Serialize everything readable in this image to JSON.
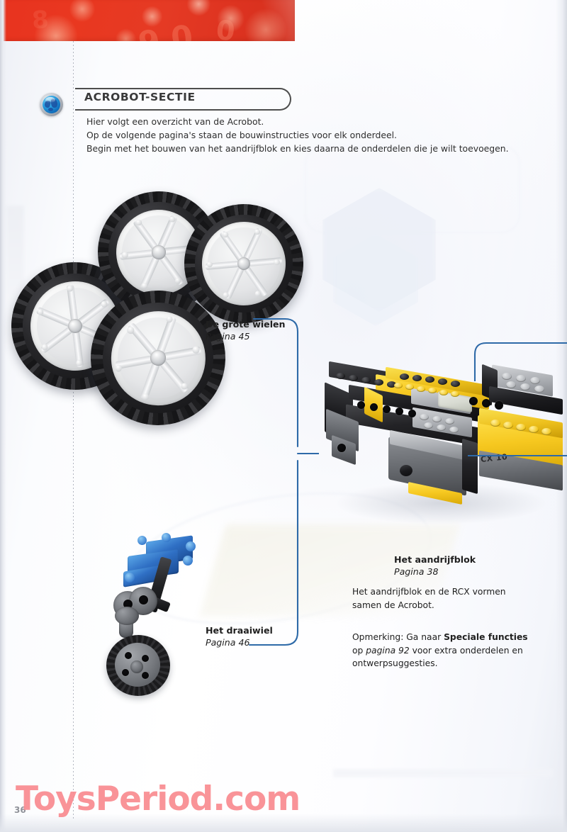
{
  "page": {
    "number": "36",
    "watermark": "ToysPeriod.com",
    "banner_color": "#e53a24",
    "accent_color": "#2e6aa8",
    "watermark_color": "#f98b90"
  },
  "header": {
    "icon": "globe-icon",
    "title": "ACROBOT-SECTIE"
  },
  "intro": {
    "line1": "Hier volgt een overzicht van de Acrobot.",
    "line2": "Op de volgende pagina's staan de bouwinstructies voor elk onderdeel.",
    "line3": "Begin met het bouwen van het aandrijfblok en kies daarna de onderdelen die je wilt toevoegen."
  },
  "callouts": [
    {
      "id": "big-wheels",
      "title": "De grote wielen",
      "page_ref": "Pagina 45",
      "image": "four-large-lego-wheels-photo"
    },
    {
      "id": "caster-wheel",
      "title": "Het draaiwiel",
      "page_ref": "Pagina 46",
      "image": "caster-wheel-assembly-photo"
    },
    {
      "id": "drive-block",
      "title": "Het aandrijfblok",
      "page_ref": "Pagina 38",
      "image": "drive-block-with-rcx-photo"
    }
  ],
  "drive_note": "Het aandrijfblok en de RCX vormen samen de Acrobot.",
  "extra_note": {
    "prefix": "Opmerking: Ga naar ",
    "bold": "Speciale functies",
    "middle": " op ",
    "italic": "pagina 92",
    "suffix": " voor extra onderdelen en ontwerpsuggesties."
  },
  "rcx": {
    "brick_label": "CX 10"
  },
  "banner_digits": {
    "d1": "90",
    "d2": "0",
    "d3": "8"
  }
}
